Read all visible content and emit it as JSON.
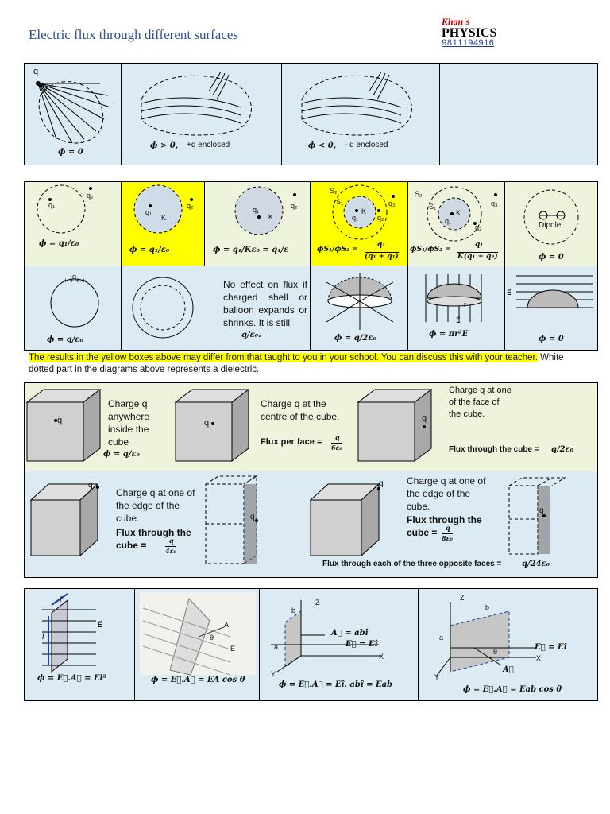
{
  "header": {
    "title": "Electric flux through different surfaces",
    "brand_top": "Khan's",
    "brand_main": "PHYSICS",
    "brand_phone": "9811194916"
  },
  "row1": {
    "charge": "q",
    "cap1": "ϕ = 0",
    "cap2_phi": "ϕ > 0,",
    "cap2_txt": "+q enclosed",
    "cap3_phi": "ϕ < 0,",
    "cap3_txt": "- q enclosed"
  },
  "row2": {
    "c1": {
      "q1": "q₁",
      "q2": "q₂",
      "eq": "ϕ = q₁/ε₀"
    },
    "c2": {
      "q1": "q₁",
      "q2": "q₂",
      "K": "K",
      "eq": "ϕ = q₁/ε₀"
    },
    "c3": {
      "q1": "q₁",
      "q2": "q₂",
      "K": "K",
      "eq": "ϕ = q₁/Kε₀ = q₁/ε"
    },
    "c4": {
      "S2": "S₂",
      "S1": "S₁",
      "K": "K",
      "q1": "q₁",
      "q2": "q₂",
      "q3": "q₃",
      "eq_left": "ϕS₁/ϕS₂ =",
      "num": "q₁",
      "den": "(q₁ + q₁)"
    },
    "c5": {
      "S2": "S₂",
      "S1": "S₁",
      "K": "K",
      "q1": "q₁",
      "q2": "q₂",
      "q3": "q₃",
      "eq_left": "ϕS₁/ϕS₂ =",
      "num": "q₁",
      "den": "K(q₁ + q₂)"
    },
    "c6": {
      "dipole": "Dipole",
      "eq": "ϕ = 0"
    }
  },
  "row3": {
    "c1": {
      "q": "q",
      "eq": "ϕ = q/ε₀"
    },
    "c2_eq": "",
    "c3_text": "No effect on flux if charged shell or balloon expands or shrinks. It is still",
    "c3_eq": "q/ε₀.",
    "c4": {
      "q": "q",
      "eq": "ϕ = q/2ε₀"
    },
    "c5": {
      "r": "r",
      "E": "E⃗",
      "eq": "ϕ = πr²E"
    },
    "c6": {
      "E": "E⃗",
      "eq": "ϕ = 0"
    }
  },
  "note": {
    "highlighted": "The results in the yellow boxes above may differ from that taught to you in your school. You can discuss this with your teacher.",
    "plain": " White dotted part in the diagrams above represents a dielectric."
  },
  "cubes1": {
    "a": {
      "q": "q",
      "text": "Charge q anywhere inside the cube",
      "eq": "ϕ = q/ε₀"
    },
    "b": {
      "q": "q",
      "text": "Charge q at the centre of the cube.",
      "flux_label": "Flux per face =",
      "num": "q",
      "den": "6ε₀"
    },
    "c": {
      "q": "q",
      "text": "Charge q at one of the face of the cube.",
      "flux_label": "Flux through the cube =",
      "eq": "q/2ε₀"
    }
  },
  "cubes2": {
    "a": {
      "q": "q",
      "text": "Charge q at one of the edge of the cube.",
      "flux_label": "Flux through the cube =",
      "num": "q",
      "den": "4ε₀",
      "q2": "q"
    },
    "b": {
      "q": "q",
      "text": "Charge q at one of the edge of the cube.",
      "flux_label": "Flux through the cube =",
      "num": "q",
      "den": "8ε₀",
      "q2": "q",
      "bottom_label": "Flux through each of the three opposite faces =",
      "bottom_eq": "q/24ε₀"
    }
  },
  "row_last": {
    "c1": {
      "l1": "l",
      "l2": "l",
      "E": "E⃗",
      "eq": "ϕ = E⃗.A⃗ = El²"
    },
    "c2": {
      "A": "A",
      "theta": "θ",
      "E": "E",
      "eq": "ϕ = E⃗.A⃗ = EA cos θ"
    },
    "c3": {
      "Z": "Z",
      "X": "X",
      "Y": "Y",
      "a": "a",
      "b": "b",
      "A": "A⃗ = abî",
      "E": "E⃗ = Eî",
      "eq": "ϕ = E⃗.A⃗ = Eî. abî = Eab"
    },
    "c4": {
      "Z": "Z",
      "X": "X",
      "Y": "Y",
      "a": "a",
      "b": "b",
      "theta": "θ",
      "A": "A⃗",
      "E": "E⃗ = Eî",
      "eq": "ϕ = E⃗.A⃗ = Eab cos θ"
    }
  }
}
